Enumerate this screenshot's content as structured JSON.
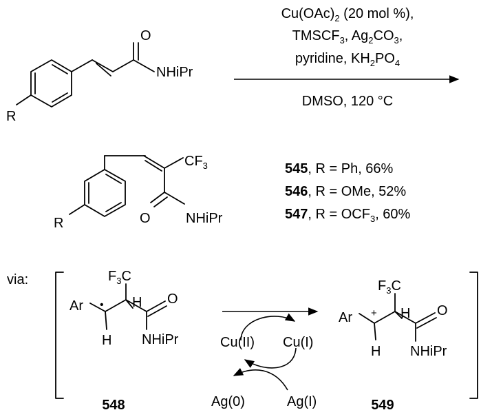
{
  "reaction": {
    "conditions": {
      "catalyst": "Cu(OAc)",
      "catalyst_sub": "2",
      "catalyst_amount": " (20 mol %),",
      "line2_a": "TMSCF",
      "line2_sub1": "3",
      "line2_b": ", Ag",
      "line2_sub2": "2",
      "line2_c": "CO",
      "line2_sub3": "3",
      "line2_d": ",",
      "line3_a": "pyridine, KH",
      "line3_sub1": "2",
      "line3_b": "PO",
      "line3_sub2": "4",
      "below_arrow": "DMSO, 120 °C"
    },
    "starting_material": {
      "group_o": "O",
      "group_n": "NHiPr",
      "group_r": "R"
    },
    "product": {
      "group_cf": "CF",
      "group_cf_sub": "3",
      "group_o": "O",
      "group_n": "NHiPr",
      "group_r": "R"
    },
    "results": [
      {
        "num": "545",
        "text": ", R = Ph, 66%"
      },
      {
        "num": "546",
        "text": ", R = OMe, 52%"
      },
      {
        "num": "547",
        "text": ", R = OCF",
        "sub": "3",
        "tail": ", 60%"
      }
    ]
  },
  "mechanism": {
    "via": "via:",
    "radical": {
      "ar": "Ar",
      "f3c_a": "F",
      "f3c_sub": "3",
      "f3c_b": "C",
      "h1": "H",
      "h2": "H",
      "o": "O",
      "n": "NHiPr",
      "radical_dot": "•",
      "label": "548"
    },
    "cation": {
      "ar": "Ar",
      "plus": "+",
      "f3c_a": "F",
      "f3c_sub": "3",
      "f3c_b": "C",
      "h1": "H",
      "h2": "H",
      "o": "O",
      "n": "NHiPr",
      "label": "549"
    },
    "cycle": {
      "cu2": "Cu(II)",
      "cu1": "Cu(I)",
      "ag0": "Ag(0)",
      "ag1": "Ag(I)"
    }
  }
}
